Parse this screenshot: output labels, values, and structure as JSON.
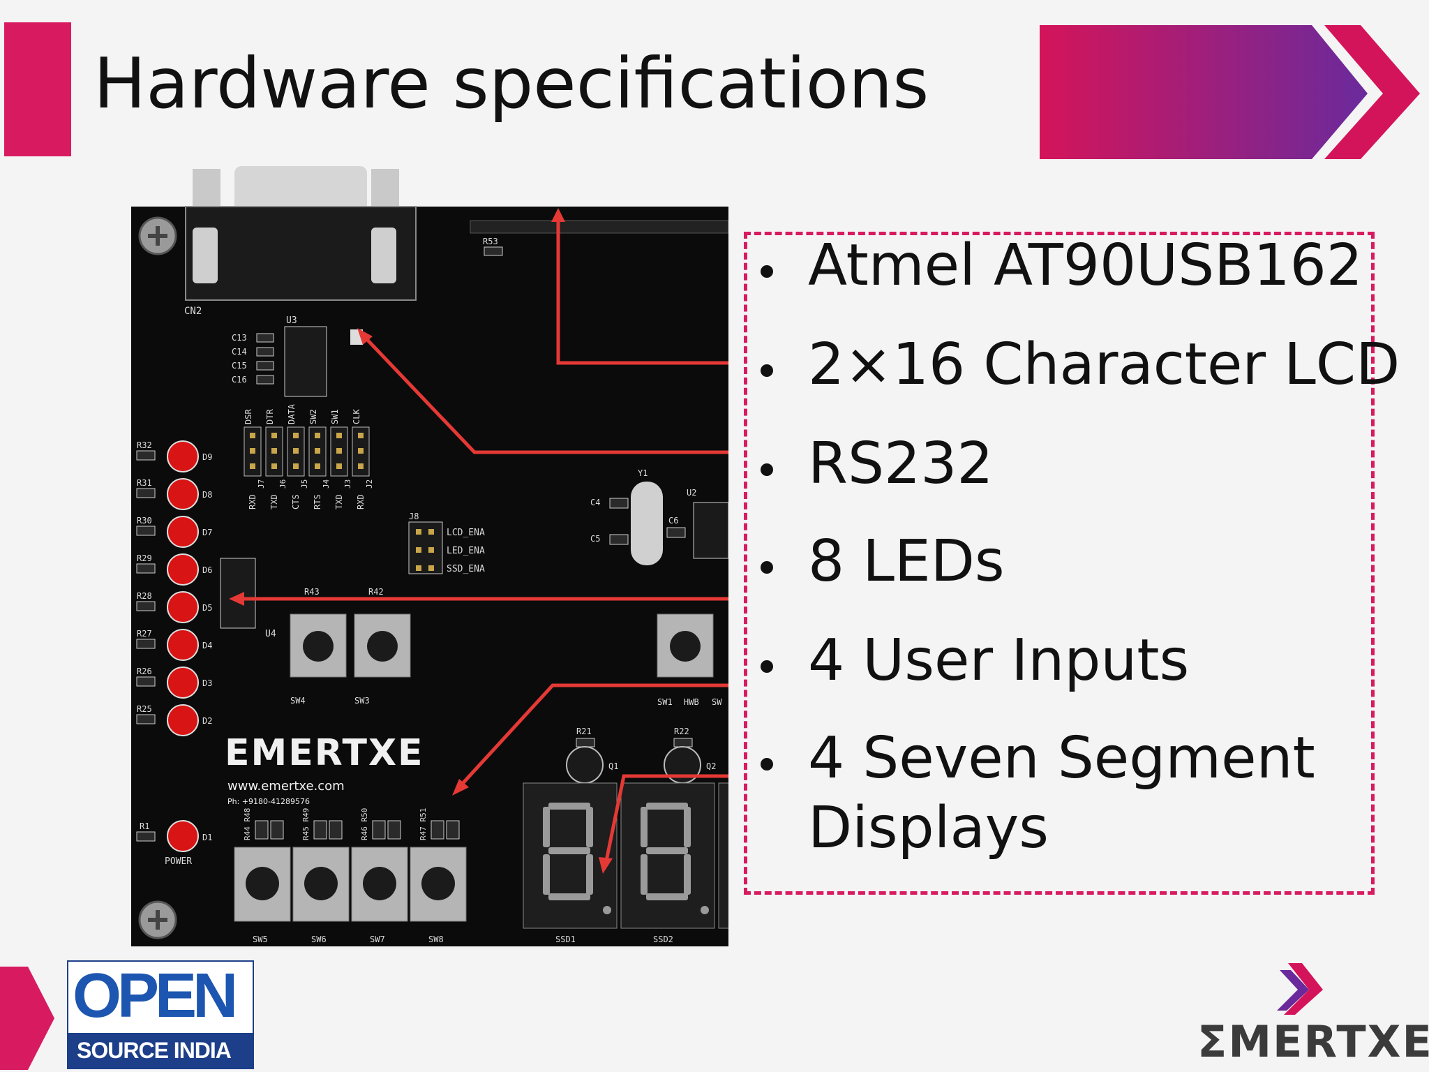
{
  "slide": {
    "title": "Hardware specifications",
    "specs": [
      "Atmel AT90USB162",
      "2×16 Character LCD",
      "RS232",
      "8 LEDs",
      "4 User Inputs",
      "4 Seven Segment",
      "Displays"
    ]
  },
  "board": {
    "brand": "EMERTXE",
    "url": "www.emertxe.com",
    "phone": "Ph: +9180-41289576",
    "connector_label": "CN2",
    "u3": "U3",
    "u4": "U4",
    "u2": "U2",
    "y1": "Y1",
    "j8": "J8",
    "r53": "R53",
    "caps": [
      "C13",
      "C14",
      "C15",
      "C16"
    ],
    "c4": "C4",
    "c5": "C5",
    "c6": "C6",
    "jumper_top": [
      "DSR",
      "DTR",
      "DATA",
      "SW2",
      "SW1",
      "CLK"
    ],
    "jumper_bottom": [
      "RXD",
      "TXD",
      "CTS",
      "RTS",
      "TXD",
      "RXD"
    ],
    "jumper_ids": [
      "J7",
      "J6",
      "J5",
      "J4",
      "J3",
      "J2"
    ],
    "j8_labels": [
      "LCD_ENA",
      "LED_ENA",
      "SSD_ENA"
    ],
    "leds": [
      {
        "r": "R32",
        "d": "D9"
      },
      {
        "r": "R31",
        "d": "D8"
      },
      {
        "r": "R30",
        "d": "D7"
      },
      {
        "r": "R29",
        "d": "D6"
      },
      {
        "r": "R28",
        "d": "D5"
      },
      {
        "r": "R27",
        "d": "D4"
      },
      {
        "r": "R26",
        "d": "D3"
      },
      {
        "r": "R25",
        "d": "D2"
      }
    ],
    "power_led": {
      "r": "R1",
      "d": "D1",
      "label": "POWER"
    },
    "top_switches": [
      {
        "r": "R43",
        "sw": "SW4"
      },
      {
        "r": "R42",
        "sw": "SW3"
      }
    ],
    "right_switch": {
      "sw": "SW1",
      "hwb": "HWB",
      "sw2": "SW"
    },
    "bottom_switches": [
      {
        "r": "R44 R48",
        "sw": "SW5"
      },
      {
        "r": "R45 R49",
        "sw": "SW6"
      },
      {
        "r": "R46 R50",
        "sw": "SW7"
      },
      {
        "r": "R47 R51",
        "sw": "SW8"
      }
    ],
    "transistors": [
      {
        "r": "R21",
        "q": "Q1"
      },
      {
        "r": "R22",
        "q": "Q2"
      }
    ],
    "ssd": [
      "SSD1",
      "SSD2"
    ]
  },
  "footer": {
    "osi_open": "OPEN",
    "osi_sub": "SOURCE INDIA",
    "emertxe": "ΣMERTXE"
  },
  "colors": {
    "accent": "#d81b60",
    "purple": "#6a2a9c",
    "board": "#0b0b0b",
    "led": "#d81414"
  }
}
